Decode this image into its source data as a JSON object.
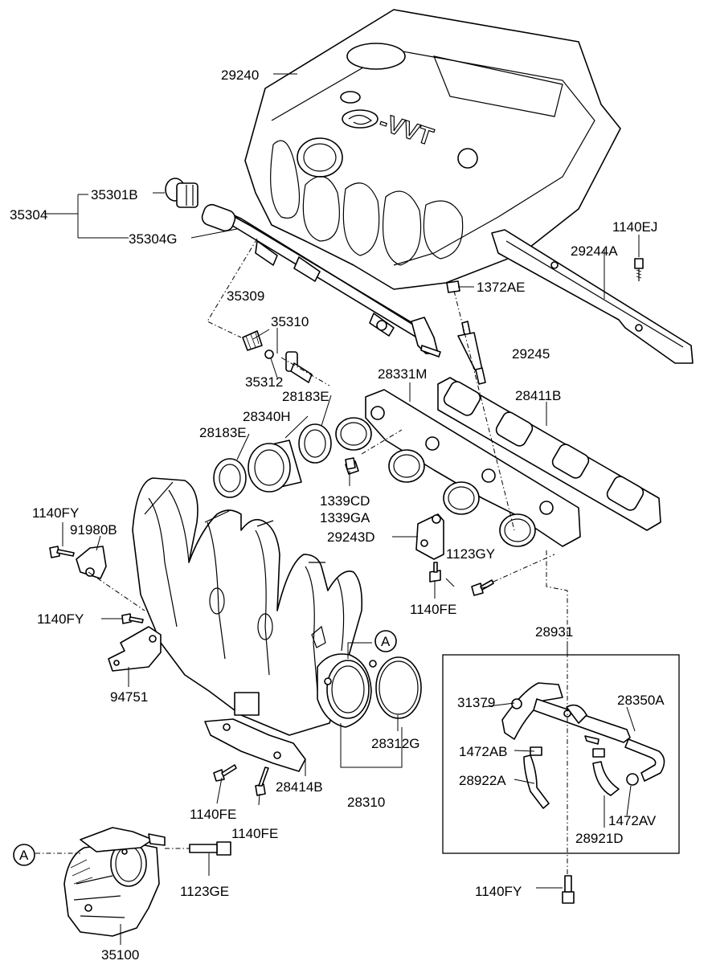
{
  "labels": {
    "p29240": "29240",
    "p35301B": "35301B",
    "p35304": "35304",
    "p35304G": "35304G",
    "p1140EJ": "1140EJ",
    "p29244A": "29244A",
    "p1372AE": "1372AE",
    "p35309": "35309",
    "p35310": "35310",
    "p29245": "29245",
    "p35312": "35312",
    "p28331M": "28331M",
    "p28183E_top": "28183E",
    "p28411B": "28411B",
    "p28340H": "28340H",
    "p28183E_left": "28183E",
    "p1339CD": "1339CD",
    "p1339GA": "1339GA",
    "p1140FY_1": "1140FY",
    "p91980B": "91980B",
    "p29243D": "29243D",
    "p1123GY": "1123GY",
    "p1140FE_1": "1140FE",
    "p1140FY_2": "1140FY",
    "p28931": "28931",
    "pA_1": "A",
    "p94751": "94751",
    "p31379": "31379",
    "p28350A": "28350A",
    "p28312G": "28312G",
    "p1472AB": "1472AB",
    "p28922A": "28922A",
    "p1140FE_2": "1140FE",
    "p28414B": "28414B",
    "p28310": "28310",
    "p1140FE_3": "1140FE",
    "p1472AV": "1472AV",
    "p28921D": "28921D",
    "pA_2": "A",
    "p1123GE": "1123GE",
    "p1140FY_3": "1140FY",
    "p35100": "35100",
    "logo_text": "-VVT"
  }
}
